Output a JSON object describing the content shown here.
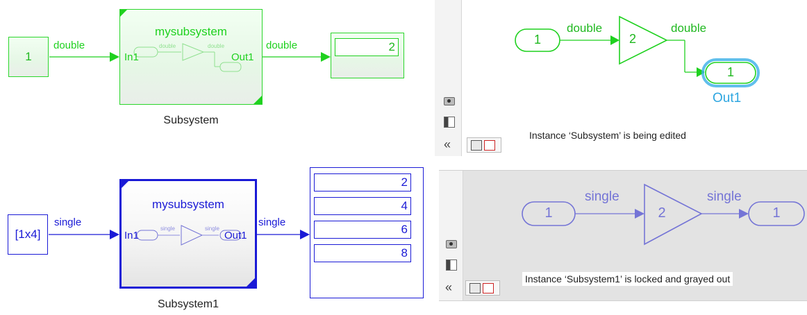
{
  "top_diagram": {
    "constant_value": "1",
    "signal_in_type": "double",
    "subsystem_title": "mysubsystem",
    "subsystem_port_in": "In1",
    "subsystem_port_out": "Out1",
    "inner_type_in": "double",
    "inner_type_out": "double",
    "signal_out_type": "double",
    "display_value": "2",
    "subsystem_name": "Subsystem"
  },
  "bottom_diagram": {
    "constant_value": "[1x4]",
    "signal_in_type": "single",
    "subsystem_title": "mysubsystem",
    "subsystem_port_in": "In1",
    "subsystem_port_out": "Out1",
    "inner_type_in": "single",
    "inner_type_out": "single",
    "signal_out_type": "single",
    "display_values": [
      "2",
      "4",
      "6",
      "8"
    ],
    "subsystem_name": "Subsystem1"
  },
  "top_editor": {
    "inport_value": "1",
    "type_in": "double",
    "gain_value": "2",
    "type_out": "double",
    "outport_value": "1",
    "outport_name": "Out1",
    "status_message": "Instance ‘Subsystem’ is being edited"
  },
  "bottom_editor": {
    "inport_value": "1",
    "type_in": "single",
    "gain_value": "2",
    "type_out": "single",
    "outport_value": "1",
    "status_message": "Instance ‘Subsystem1’ is locked and grayed out"
  },
  "toolstrip": {
    "collapse_glyph": "«"
  },
  "colors": {
    "green": "#1fd11f",
    "blue": "#1a1ad6",
    "light_blue": "#7474d6",
    "highlight": "#3ab0e8"
  }
}
